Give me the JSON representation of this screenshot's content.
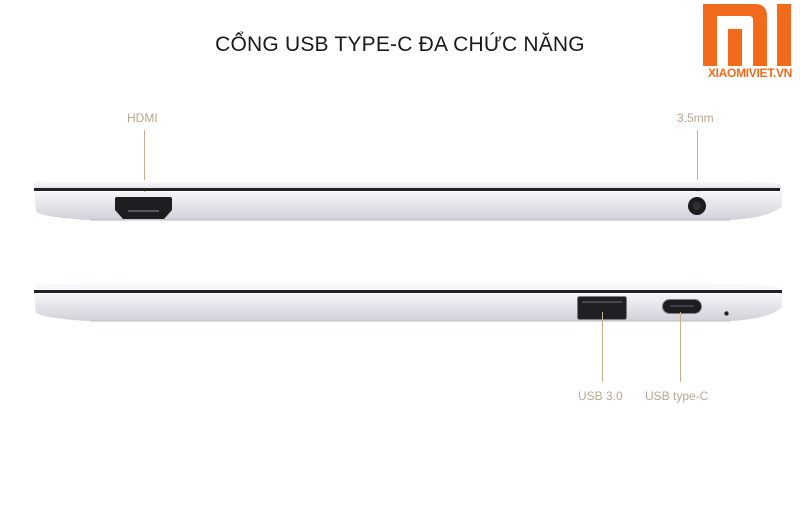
{
  "title": "CỔNG USB TYPE-C ĐA CHỨC NĂNG",
  "brand": {
    "logo_icon": "mi-logo-icon",
    "text": "XIAOMIVIET.VN",
    "color": "#f26a1b"
  },
  "left_side_view": {
    "ports": [
      {
        "label": "HDMI",
        "icon": "hdmi-port-icon"
      },
      {
        "label": "3.5mm",
        "icon": "audio-jack-icon"
      }
    ]
  },
  "right_side_view": {
    "ports": [
      {
        "label": "USB 3.0",
        "icon": "usb-a-port-icon"
      },
      {
        "label": "USB type-C",
        "icon": "usb-c-port-icon"
      },
      {
        "label": "",
        "icon": "status-led-icon"
      }
    ]
  },
  "colors": {
    "label": "#b9a690",
    "leader_line": "#c8ad8c",
    "laptop_body": "#e3e5ea",
    "laptop_edge": "#1f2226"
  }
}
